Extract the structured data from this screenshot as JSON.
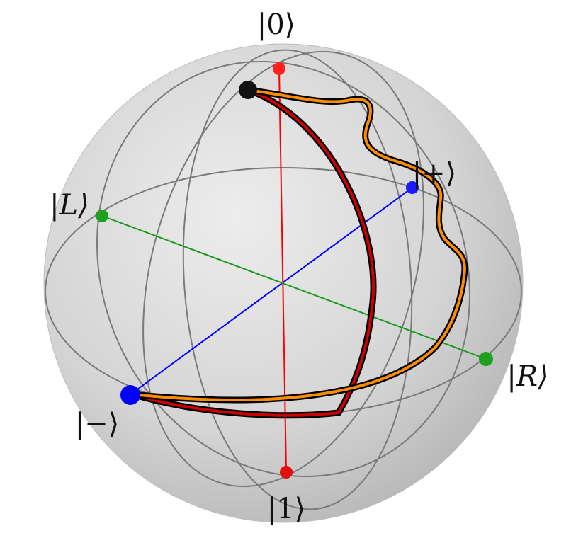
{
  "diagram": {
    "labels": {
      "zero": "|0⟩",
      "one": "|1⟩",
      "plus": "|+⟩",
      "minus": "|−⟩",
      "left": "|L⟩",
      "right": "|R⟩"
    },
    "colors": {
      "z_axis": "#ff0000",
      "x_axis": "#0000ff",
      "y_axis": "#1a9a1a",
      "sphere_fill": "#d2d2d2",
      "grid": "#7a7a7a",
      "path_red": "#cc0000",
      "path_orange": "#ff8c00",
      "start_point": "#111111"
    }
  }
}
